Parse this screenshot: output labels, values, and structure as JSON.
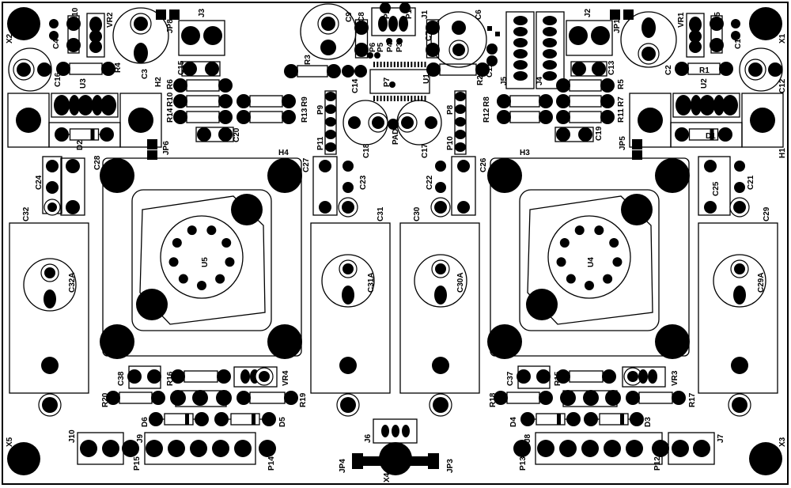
{
  "board": {
    "ink": "#000000",
    "background": "#ffffff"
  },
  "labels": {
    "X1": "X1",
    "X2": "X2",
    "X3": "X3",
    "X4": "X4",
    "X5": "X5",
    "C1": "C1",
    "C2": "C2",
    "C3": "C3",
    "C4": "C4",
    "C5": "C5",
    "C6": "C6",
    "C7": "C7",
    "C8": "C8",
    "C9": "C9",
    "C10": "C10",
    "C11": "C11",
    "C12": "C12",
    "C13": "C13",
    "C14": "C14",
    "C15": "C15",
    "C16": "C16",
    "C17": "C17",
    "C18": "C18",
    "C19": "C19",
    "C20": "C20",
    "C21": "C21",
    "C22": "C22",
    "C23": "C23",
    "C24": "C24",
    "C25": "C25",
    "C26": "C26",
    "C27": "C27",
    "C28": "C28",
    "C29": "C29",
    "C30": "C30",
    "C31": "C31",
    "C32": "C32",
    "C29A": "C29A",
    "C30A": "C30A",
    "C31A": "C31A",
    "C32A": "C32A",
    "C37": "C37",
    "C38": "C38",
    "R1": "R1",
    "R2": "R2",
    "R3": "R3",
    "R4": "R4",
    "R5": "R5",
    "R6": "R6",
    "R7": "R7",
    "R8": "R8",
    "R9": "R9",
    "R10": "R10",
    "R11": "R11",
    "R12": "R12",
    "R13": "R13",
    "R14": "R14",
    "R15": "R15",
    "R16": "R16",
    "R17": "R17",
    "R18": "R18",
    "R19": "R19",
    "R20": "R20",
    "VR1": "VR1",
    "VR2": "VR2",
    "VR3": "VR3",
    "VR4": "VR4",
    "U1": "U1",
    "U2": "U2",
    "U3": "U3",
    "U4": "U4",
    "U5": "U5",
    "D1": "D1",
    "D2": "D2",
    "D3": "D3",
    "D4": "D4",
    "D5": "D5",
    "D6": "D6",
    "H1": "H1",
    "H2": "H2",
    "H3": "H3",
    "H4": "H4",
    "J1": "J1",
    "J2": "J2",
    "J3": "J3",
    "J4": "J4",
    "J5": "J5",
    "J6": "J6",
    "J7": "J7",
    "J8": "J8",
    "J9": "J9",
    "J10": "J10",
    "JP1": "JP1",
    "JP3": "JP3",
    "JP4": "JP4",
    "JP5": "JP5",
    "JP6": "JP6",
    "JP8": "JP8",
    "P1": "P1",
    "P2": "P2",
    "P3": "P3",
    "P4": "P4",
    "P5": "P5",
    "P6": "P6",
    "P7": "P7",
    "P8": "P8",
    "P9": "P9",
    "P10": "P10",
    "P11": "P11",
    "P12": "P12",
    "P13": "P13",
    "P14": "P14",
    "P15": "P15",
    "PAD1": "PAD1"
  }
}
